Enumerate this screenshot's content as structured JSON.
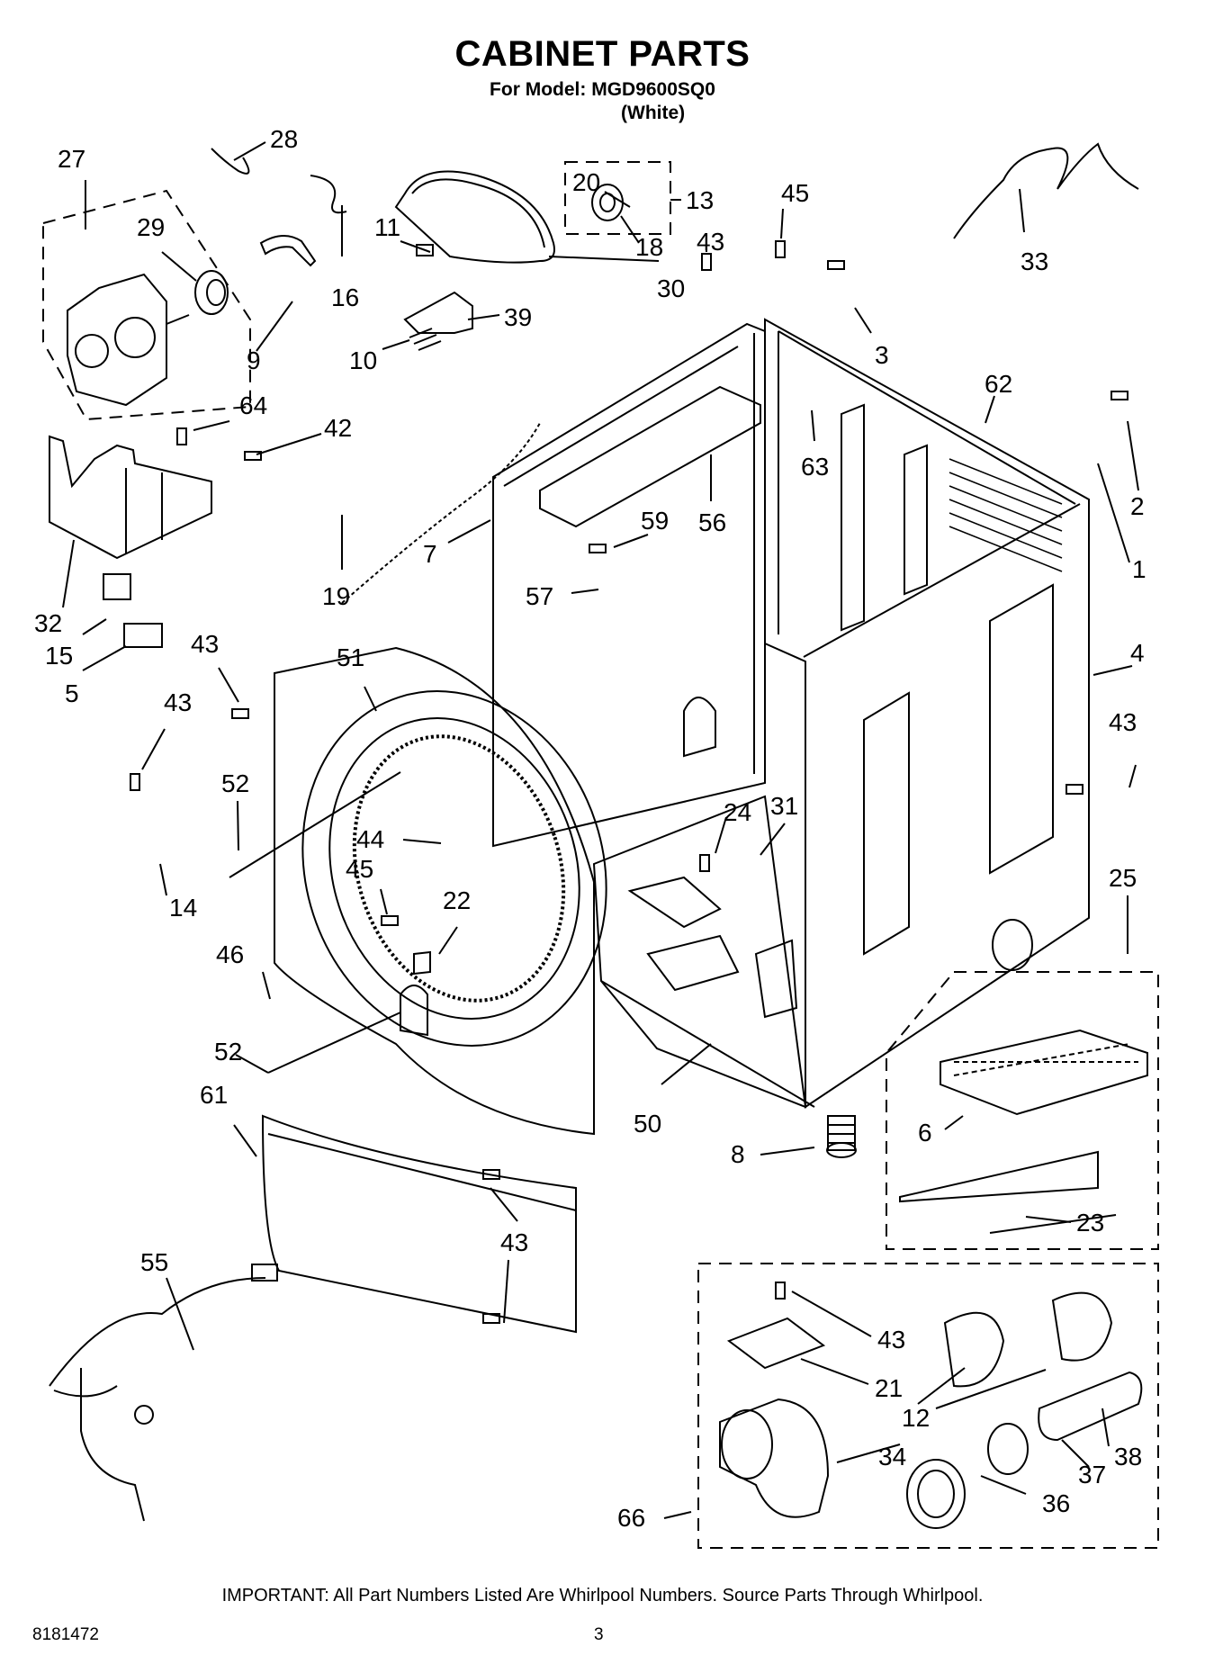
{
  "header": {
    "title": "CABINET PARTS",
    "model_line": "For Model: MGD9600SQ0",
    "color_line": "(White)"
  },
  "footer": {
    "important": "IMPORTANT: All Part Numbers Listed Are Whirlpool Numbers. Source Parts Through Whirlpool.",
    "doc_number": "8181472",
    "page_number": "3"
  },
  "callouts": [
    "27",
    "28",
    "29",
    "9",
    "16",
    "11",
    "10",
    "39",
    "30",
    "20",
    "18",
    "13",
    "45",
    "43",
    "3",
    "33",
    "62",
    "2",
    "1",
    "63",
    "56",
    "7",
    "59",
    "57",
    "64",
    "42",
    "19",
    "32",
    "15",
    "5",
    "43",
    "51",
    "43",
    "52",
    "14",
    "44",
    "45",
    "22",
    "24",
    "31",
    "4",
    "43",
    "25",
    "46",
    "52",
    "50",
    "8",
    "6",
    "23",
    "61",
    "55",
    "43",
    "43",
    "21",
    "12",
    "34",
    "36",
    "37",
    "38",
    "66"
  ]
}
